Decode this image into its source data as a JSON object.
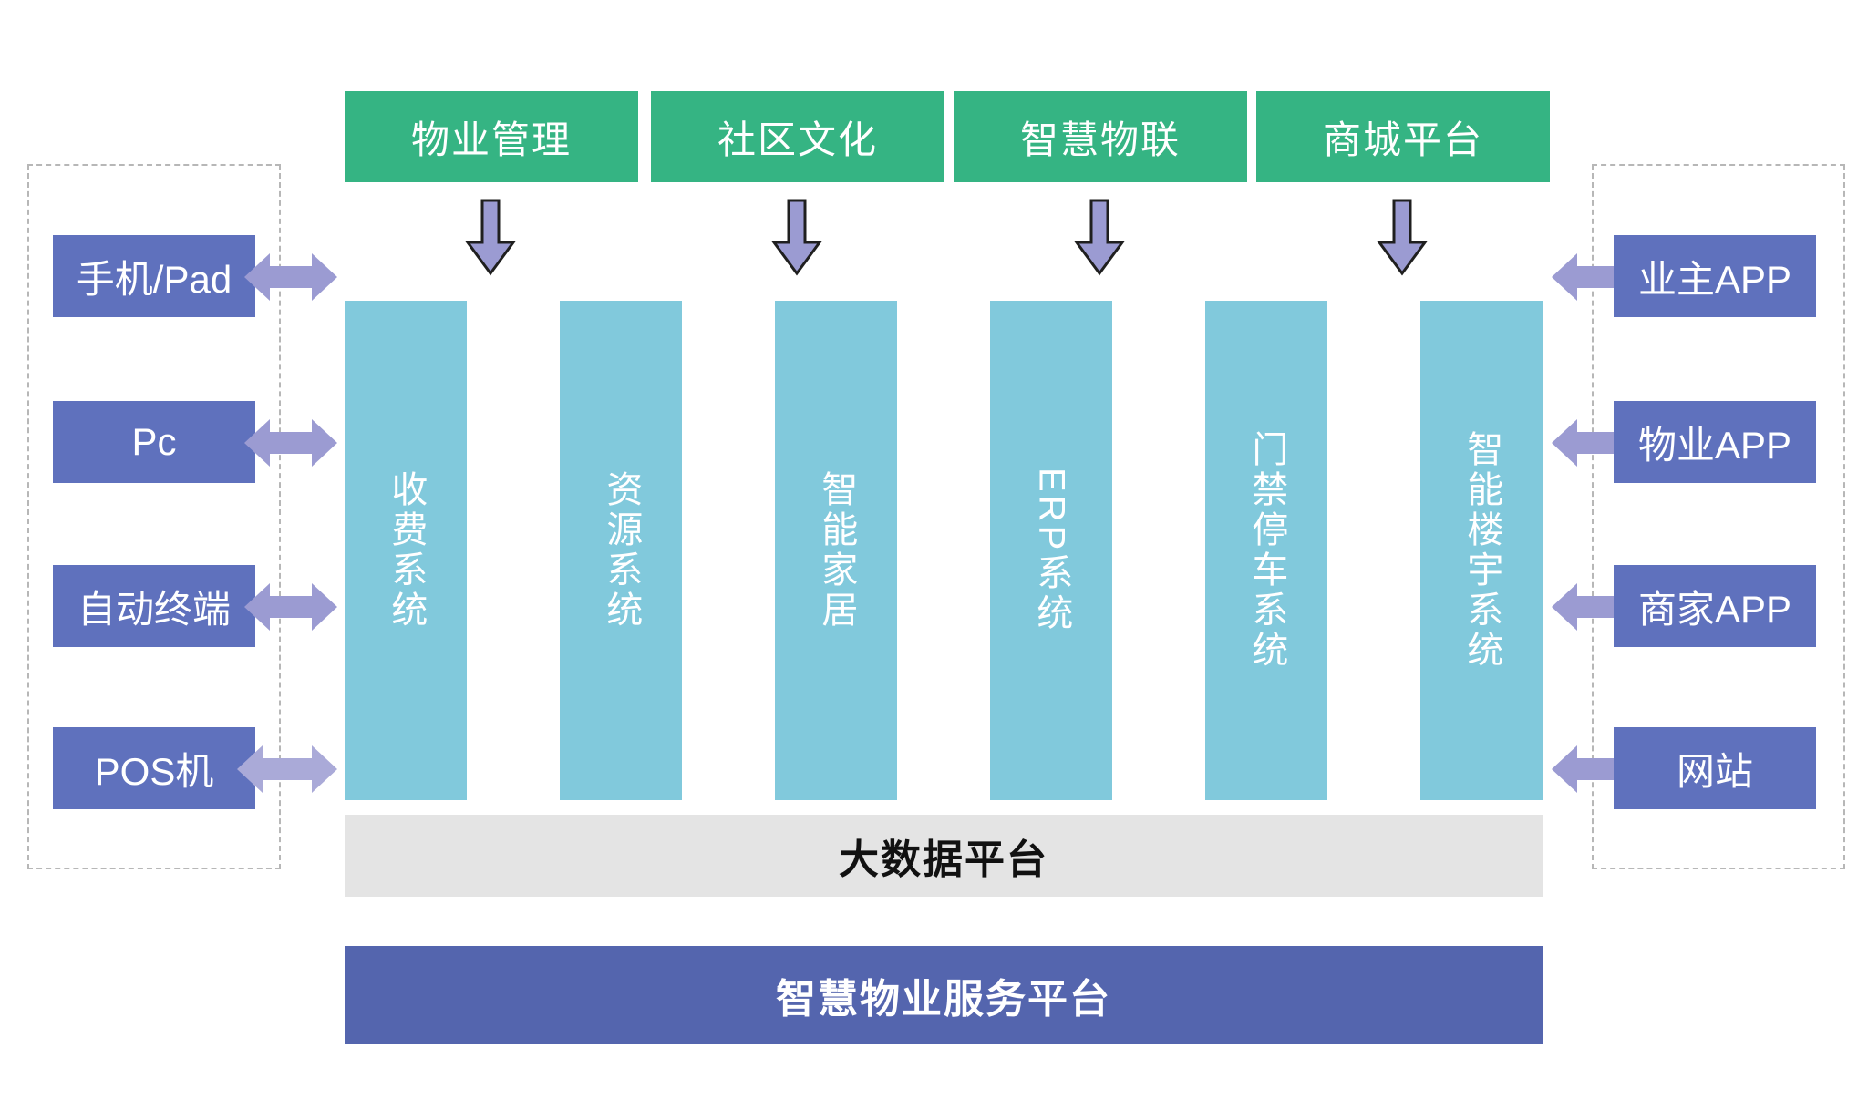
{
  "diagram": {
    "title_bottom_platform": "智慧物业服务平台",
    "title_data_platform": "大数据平台",
    "colors": {
      "green": "#35b483",
      "purple_box": "#5f71bd",
      "teal": "#81c9dc",
      "gray_bar": "#e4e4e4",
      "purple_bar": "#5465ae",
      "arrow_fill": "#9b9bd2",
      "arrow_stroke": "#1f1f1f",
      "dashed_border": "#b7b7b7"
    }
  },
  "top_channels": [
    {
      "label": "物业管理"
    },
    {
      "label": "社区文化"
    },
    {
      "label": "智慧物联"
    },
    {
      "label": "商城平台"
    }
  ],
  "left_group": {
    "items": [
      {
        "label": "手机/Pad"
      },
      {
        "label": "Pc"
      },
      {
        "label": "自动终端"
      },
      {
        "label": "POS机"
      }
    ]
  },
  "right_group": {
    "items": [
      {
        "label": "业主APP"
      },
      {
        "label": "物业APP"
      },
      {
        "label": "商家APP"
      },
      {
        "label": "网站"
      }
    ]
  },
  "systems": [
    {
      "label": "收费系统",
      "latin": false
    },
    {
      "label": "资源系统",
      "latin": false
    },
    {
      "label": "智能家居",
      "latin": false
    },
    {
      "label": "ERP系统",
      "latin": true
    },
    {
      "label": "门禁停车系统",
      "latin": false
    },
    {
      "label": "智能楼宇系统",
      "latin": false
    }
  ],
  "data_platform": {
    "label": "大数据平台"
  },
  "service_platform": {
    "label": "智慧物业服务平台"
  },
  "icons": {
    "down_arrow": "arrow-down-icon",
    "double_arrow": "arrow-left-right-icon"
  }
}
